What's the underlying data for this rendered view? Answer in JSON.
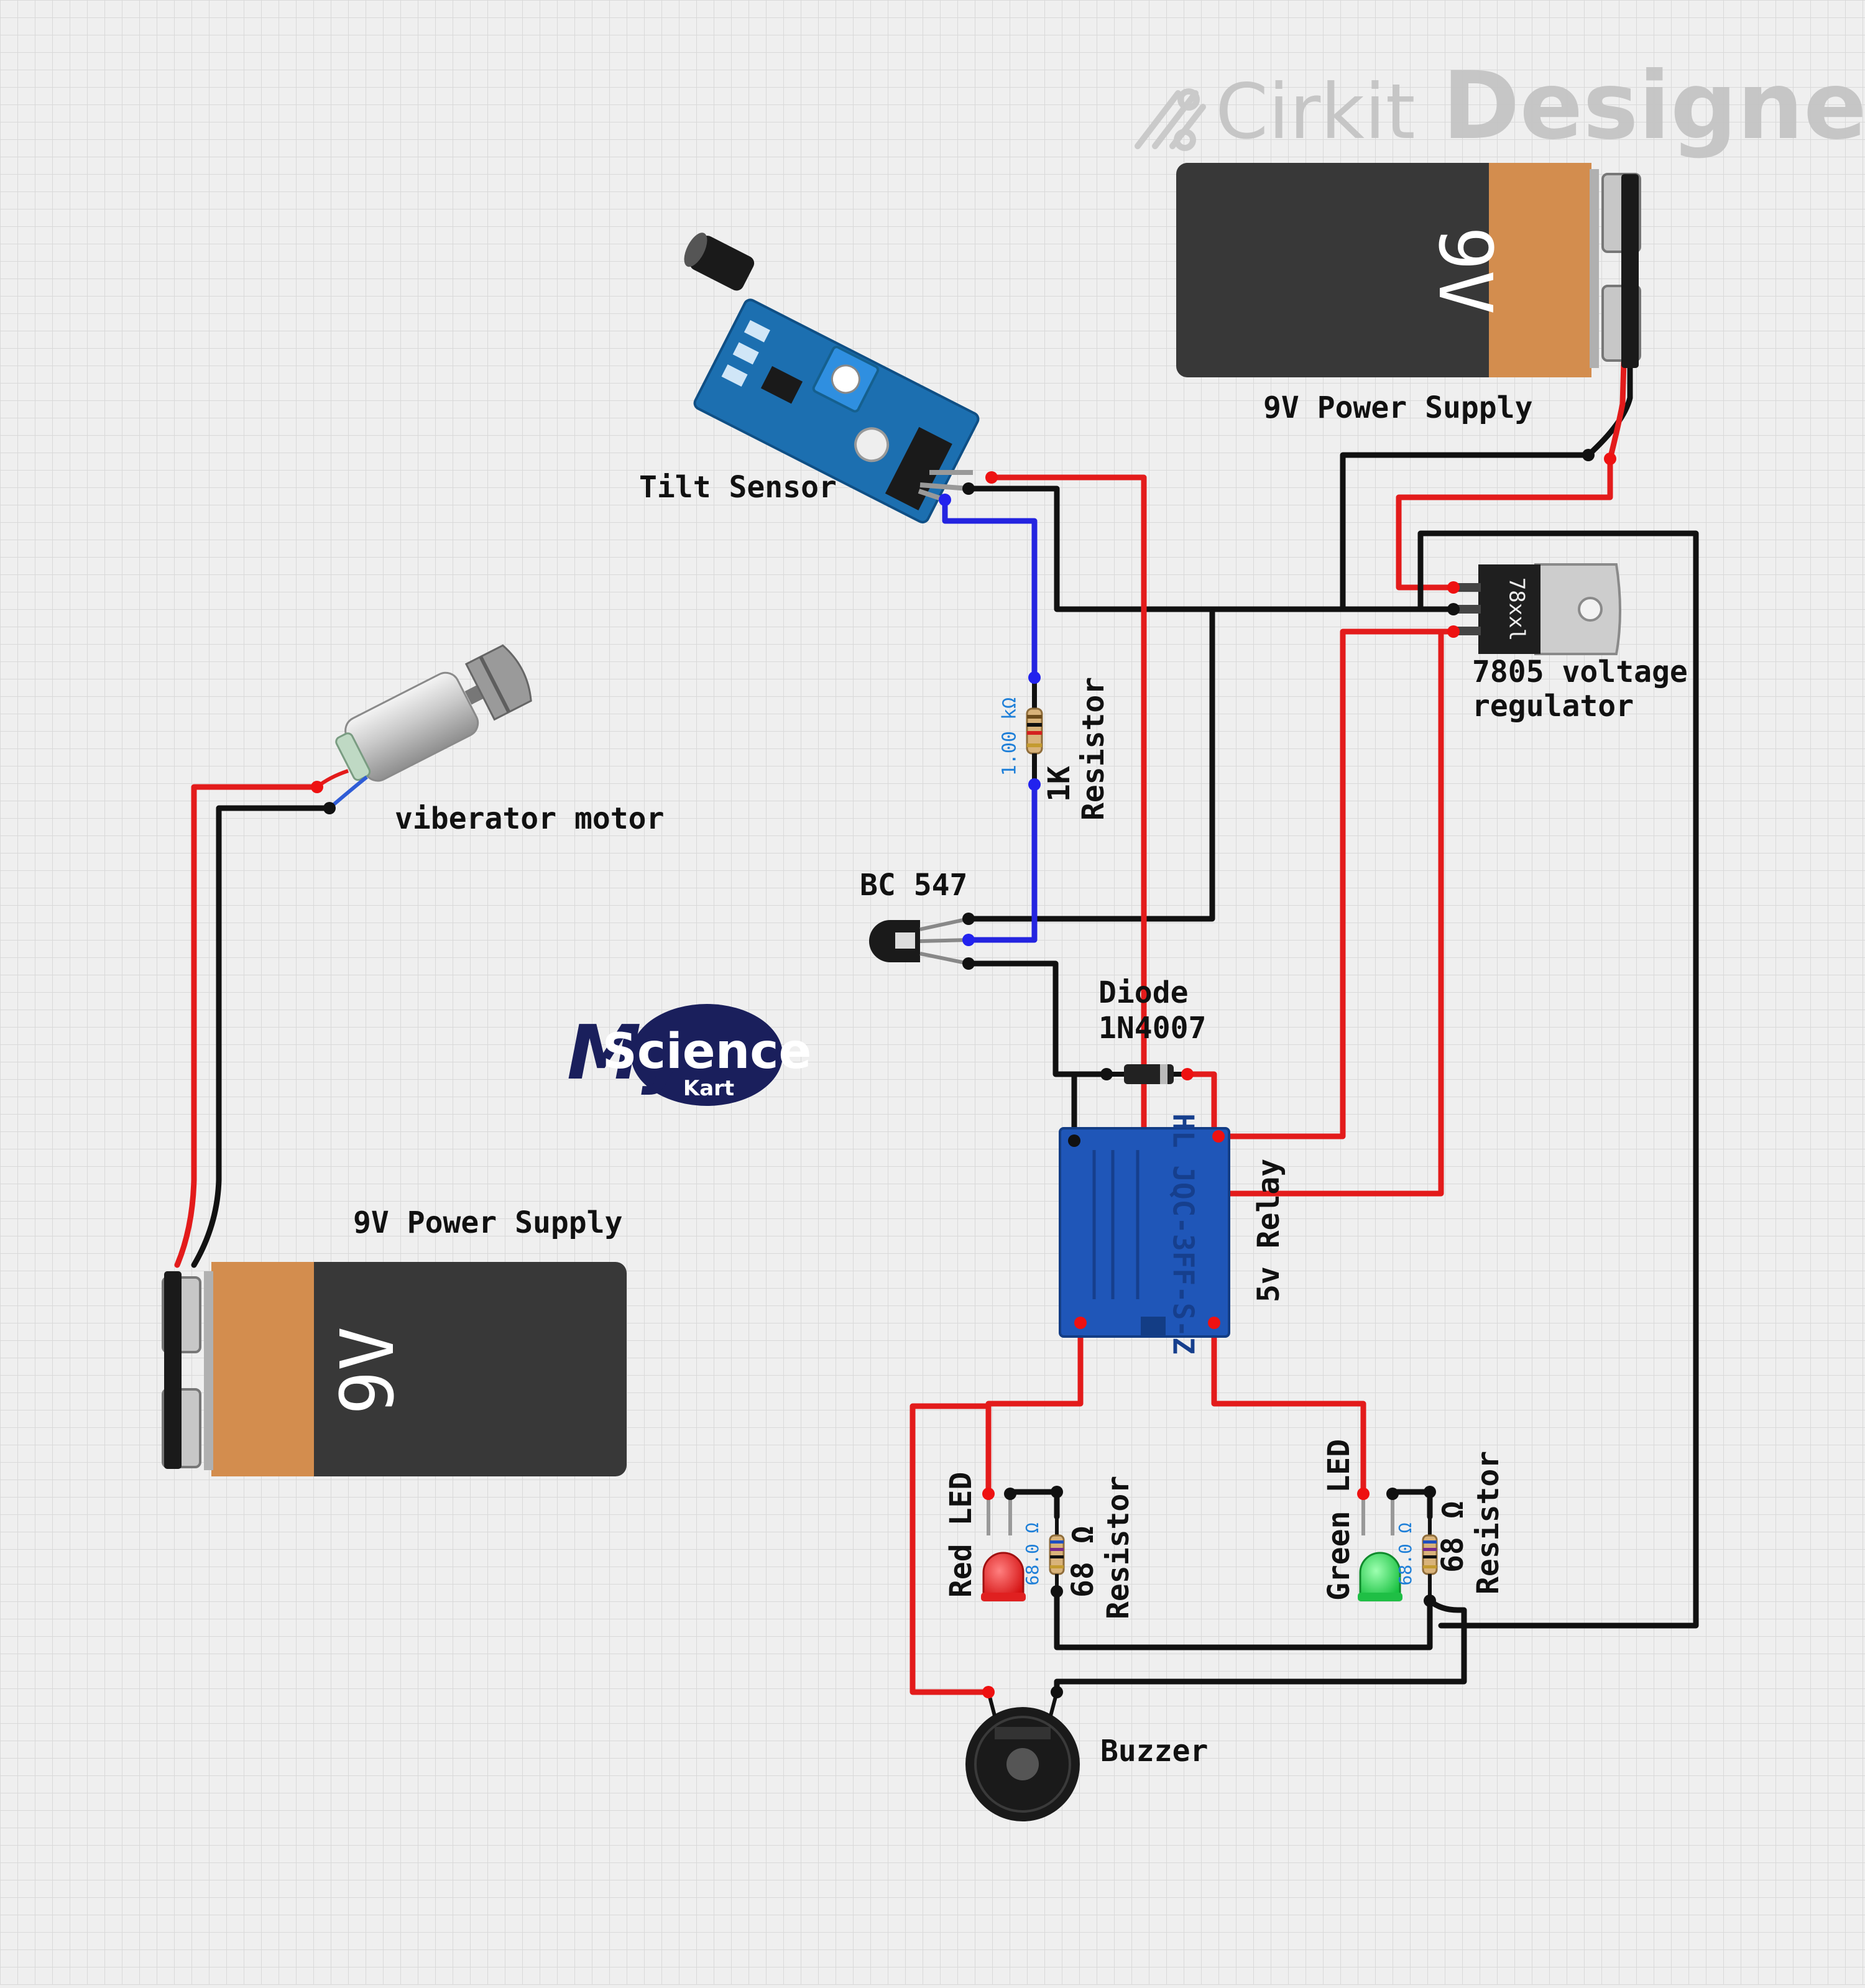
{
  "watermark": {
    "brand_light": "Cirkit",
    "brand_bold": "Designer"
  },
  "logo": {
    "my": "My",
    "science": "Science",
    "kart": "Kart"
  },
  "components": {
    "battery_top": {
      "label": "9V Power Supply",
      "marking": "9V"
    },
    "battery_bottom": {
      "label": "9V Power Supply",
      "marking": "9V"
    },
    "tilt_sensor": {
      "label": "Tilt Sensor"
    },
    "regulator": {
      "label_line1": "7805 voltage",
      "label_line2": "regulator",
      "marking": "78xxl"
    },
    "resistor_1k": {
      "label_line1": "1K",
      "label_line2": "Resistor",
      "value": "1.00 kΩ"
    },
    "motor": {
      "label": "viberator motor"
    },
    "transistor": {
      "label": "BC 547"
    },
    "diode": {
      "label_line1": "Diode",
      "label_line2": "1N4007"
    },
    "relay": {
      "label": "5v Relay",
      "marking": "HL JQC-3FF-S-Z"
    },
    "red_led": {
      "label": "Red LED"
    },
    "green_led": {
      "label": "Green LED"
    },
    "resistor_68_red": {
      "label_line1": "68 Ω",
      "label_line2": "Resistor",
      "value": "68.0 Ω"
    },
    "resistor_68_green": {
      "label_line1": "68 Ω",
      "label_line2": "Resistor",
      "value": "68.0 Ω"
    },
    "buzzer": {
      "label": "Buzzer"
    }
  },
  "colors": {
    "background": "#efefef",
    "grid": "#d9d9d9",
    "wire_red": "#e31b1b",
    "wire_black": "#111111",
    "wire_blue": "#2424e0",
    "battery_orange": "#d38d4e",
    "battery_dark": "#383838",
    "relay_blue": "#1f56b8",
    "pcb_blue": "#1c6fb0",
    "logo_navy": "#1a1f5c"
  }
}
